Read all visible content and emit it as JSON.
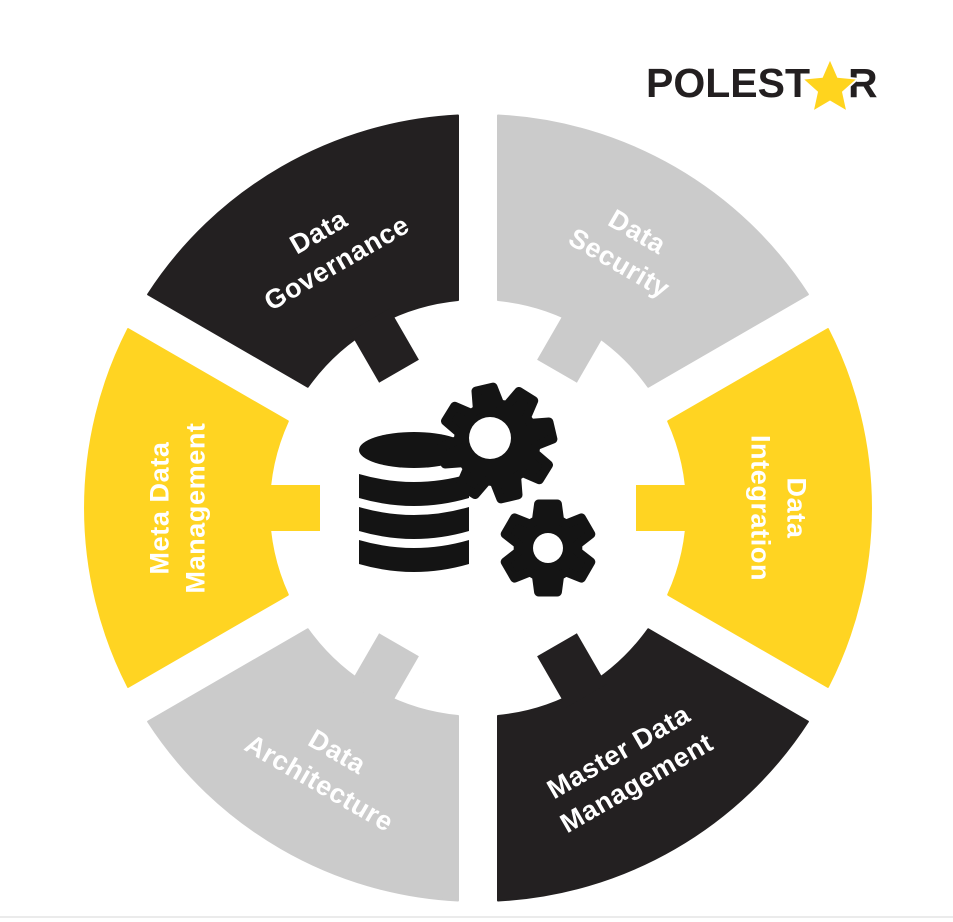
{
  "logo": {
    "text": "POLESTAR",
    "before_star": "POLEST",
    "after_star": "R",
    "text_color": "#231F20",
    "star_color": "#FFD41E"
  },
  "wheel": {
    "center_icons": [
      "database-icon",
      "gear-large-icon",
      "gear-small-icon"
    ],
    "icon_color": "#141414",
    "segment_text_color": "#FFFFFF",
    "segments": [
      {
        "id": "data-governance",
        "lines": [
          "Data",
          "Governance"
        ],
        "color": "#232021"
      },
      {
        "id": "data-security",
        "lines": [
          "Data",
          "Security"
        ],
        "color": "#CBCBCB"
      },
      {
        "id": "data-integration",
        "lines": [
          "Data",
          "Integration"
        ],
        "color": "#FFD422"
      },
      {
        "id": "master-data-management",
        "lines": [
          "Master Data",
          "Management"
        ],
        "color": "#232021"
      },
      {
        "id": "data-architecture",
        "lines": [
          "Data",
          "Architecture"
        ],
        "color": "#CBCBCB"
      },
      {
        "id": "meta-data-management",
        "lines": [
          "Meta Data",
          "Management"
        ],
        "color": "#FFD422"
      }
    ]
  }
}
